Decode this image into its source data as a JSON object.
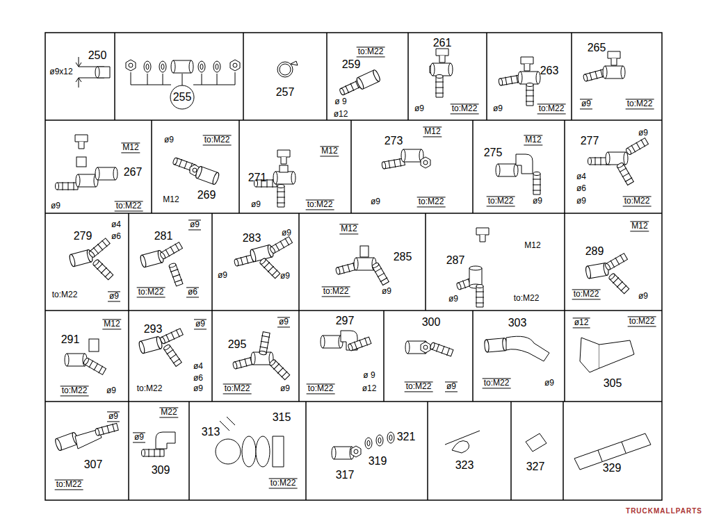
{
  "diagram": {
    "labels": [
      "ø9x12",
      "250",
      "255",
      "257",
      "to:M22",
      "259",
      "ø 9",
      "ø12",
      "261",
      "ø9",
      "to:M22",
      "263",
      "ø9",
      "to:M22",
      "265",
      "ø9",
      "to:M22",
      "M12",
      "267",
      "ø9",
      "to:M22",
      "ø9",
      "to:M22",
      "M12",
      "269",
      "M12",
      "271",
      "ø9",
      "to:M22",
      "M12",
      "273",
      "ø9",
      "to:M22",
      "M12",
      "275",
      "to:M22",
      "ø9",
      "ø9",
      "277",
      "ø4",
      "ø6",
      "ø9",
      "to:M22",
      "ø4",
      "ø6",
      "279",
      "to:M22",
      "ø9",
      "ø9",
      "281",
      "to:M22",
      "ø6",
      "283",
      "ø9",
      "ø9",
      "ø9",
      "M12",
      "285",
      "to:M22",
      "ø9",
      "M12",
      "287",
      "ø9",
      "to:M22",
      "M12",
      "289",
      "to:M22",
      "ø9",
      "M12",
      "291",
      "to:M22",
      "ø9",
      "ø9",
      "293",
      "ø4",
      "ø6",
      "ø9",
      "to:M22",
      "ø9",
      "295",
      "to:M22",
      "ø9",
      "297",
      "ø 9",
      "ø12",
      "to:M22",
      "300",
      "to:M22",
      "ø9",
      "303",
      "to:M22",
      "ø9",
      "ø12",
      "to:M22",
      "305",
      "ø9",
      "307",
      "to:M22",
      "M22",
      "ø9",
      "309",
      "313",
      "315",
      "to:M22",
      "321",
      "319",
      "317",
      "323",
      "327",
      "329",
      "TRUCKMALLPARTS"
    ]
  }
}
